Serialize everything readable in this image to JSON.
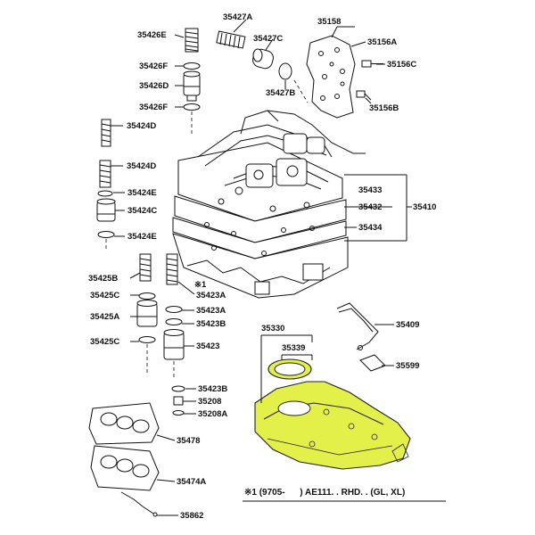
{
  "labels": {
    "p35427A": "35427A",
    "p35158": "35158",
    "p35426E": "35426E",
    "p35427C": "35427C",
    "p35156A": "35156A",
    "p35426F_top": "35426F",
    "p35156C": "35156C",
    "p35426D": "35426D",
    "p35427B": "35427B",
    "p35426F_bot": "35426F",
    "p35156B": "35156B",
    "p35424D_top": "35424D",
    "p35424D": "35424D",
    "p35433": "35433",
    "p35424E_top": "35424E",
    "p35432": "35432",
    "p35410": "35410",
    "p35424C": "35424C",
    "p35434": "35434",
    "p35424E_bot": "35424E",
    "p35425B": "35425B",
    "mark1": "※1",
    "p35423A_top": "35423A",
    "p35425C_top": "35425C",
    "p35423A_mid": "35423A",
    "p35425A": "35425A",
    "p35423B_top": "35423B",
    "p35330": "35330",
    "p35409": "35409",
    "p35339": "35339",
    "p35425C_bot": "35425C",
    "p35423": "35423",
    "p35599": "35599",
    "p35423B_bot": "35423B",
    "p35208": "35208",
    "p35208A": "35208A",
    "p35478": "35478",
    "p35474A": "35474A",
    "p35862": "35862"
  },
  "footnote": "※1 (9705-      ) AE111. . RHD. . (GL, XL)",
  "colors": {
    "highlight": "#e3f04a",
    "line": "#111111",
    "background": "#ffffff"
  }
}
